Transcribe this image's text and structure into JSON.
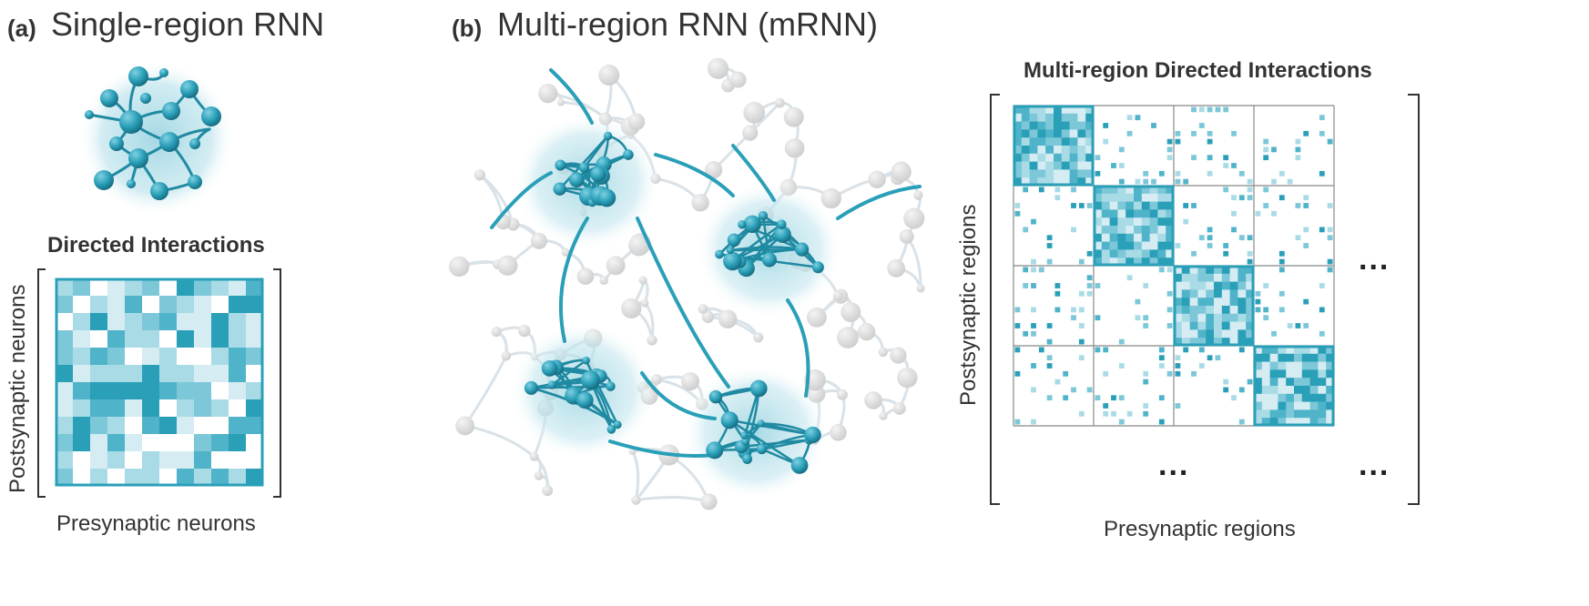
{
  "panel_a": {
    "tag": "(a)",
    "title": "Single-region RNN",
    "matrix_title": "Directed Interactions",
    "x_label": "Presynaptic neurons",
    "y_label": "Postsynaptic neurons"
  },
  "panel_b": {
    "tag": "(b)",
    "title": "Multi-region RNN (mRNN)",
    "matrix_title": "Multi-region Directed Interactions",
    "x_label": "Presynaptic regions",
    "y_label": "Postsynaptic regions",
    "ellipsis": "..."
  },
  "colors": {
    "accent": "#2a9fb8",
    "accent_dark": "#1b7f95",
    "glow": "#a9dbe6",
    "gray_node": "#d9d9d9",
    "gray_edge": "#d5e0e6"
  }
}
